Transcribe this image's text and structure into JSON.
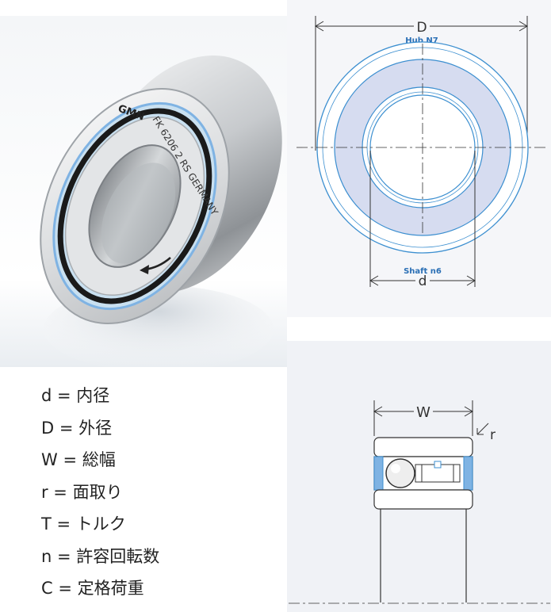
{
  "photo": {
    "engraving_brand": "GMN",
    "engraving_text": "FK 6206 2 RS GERMANY"
  },
  "front_view": {
    "outer_dim_label": "D",
    "hub_label": "Hub N7",
    "shaft_label": "Shaft n6",
    "inner_dim_label": "d"
  },
  "side_view": {
    "width_label": "W",
    "chamfer_label": "r"
  },
  "legend": {
    "items": [
      {
        "text": "d = 内径"
      },
      {
        "text": "D = 外径"
      },
      {
        "text": "W = 総幅"
      },
      {
        "text": "r = 面取り"
      },
      {
        "text": "T = トルク"
      },
      {
        "text": "n = 許容回転数"
      },
      {
        "text": "C = 定格荷重"
      }
    ]
  },
  "colors": {
    "line_blue": "#3c8fd0",
    "ring_fill": "#d6dcf0",
    "seal_blue": "#7fb3e3",
    "dim_line": "#333333"
  }
}
